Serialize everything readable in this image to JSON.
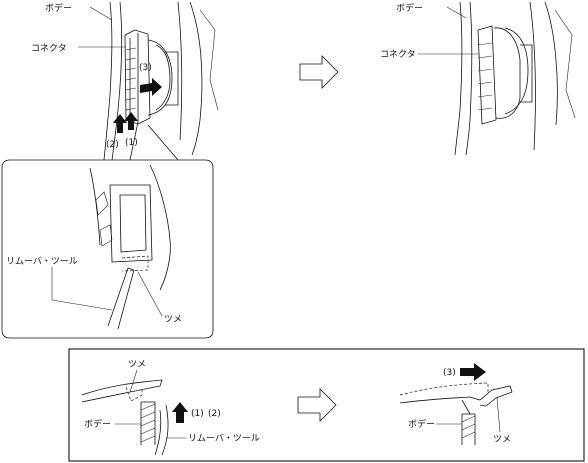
{
  "labels": {
    "body": "ボデー",
    "connector": "コネクタ",
    "remover_tool": "リムーバ・ツール",
    "claw": "ツメ"
  },
  "steps": {
    "s1": "(1)",
    "s2": "(2)",
    "s3": "(3)"
  }
}
